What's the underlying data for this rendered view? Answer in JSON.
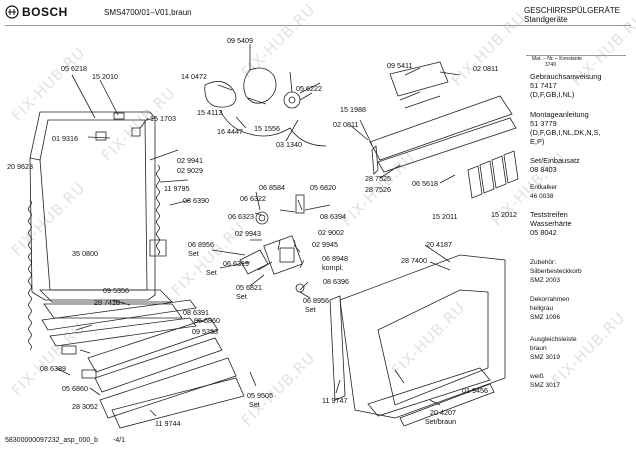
{
  "header": {
    "brand": "BOSCH",
    "model": "SMS4700/01–V01,braun",
    "category": "GESCHIRRSPÜLGERÄTE",
    "subcategory": "Standgeräte"
  },
  "footer": {
    "doc_id": "58300000097232_asp_000_b",
    "page": "-4/1"
  },
  "watermark": {
    "text": "FIX-HUB.RU"
  },
  "right_panel": {
    "legend": "Mat. – Nr. – Konstante",
    "legend_code": "3740",
    "entries": [
      {
        "title": "Gebrauchsanweisung",
        "detail": "51 7417",
        "extra": "(D,F,GB,I,NL)"
      },
      {
        "title": "Montageanleitung",
        "detail": "51 3779",
        "extra": "(D,F,GB,I,NL,DK,N,S,",
        "extra2": "E,P)"
      },
      {
        "title": "Set/Einbausatz",
        "detail": "08 8403"
      },
      {
        "title": "Entkalker",
        "detail": "46 0038"
      },
      {
        "title": "Teststreifen",
        "title2": "Wasserhärte",
        "detail": "05 8042"
      },
      {
        "title": "Zubehör:",
        "title2": "Silberbesteckkorb",
        "detail": "SMZ 2003"
      },
      {
        "title": "Dekorrahmen",
        "title2": "hellgrau",
        "detail": "SMZ 1006"
      },
      {
        "title": "Ausgleichsleiste",
        "title2": "braun",
        "detail": "SMZ 3019"
      },
      {
        "title": "weiß",
        "detail": "SMZ 3017"
      }
    ]
  },
  "parts": {
    "p095409": "09 5409",
    "p140472": "14 0472",
    "p056218": "05 6218",
    "p152010": "15 2010",
    "p151703": "15 1703",
    "p019316": "01 9316",
    "p209623": "20 9623",
    "p154113": "15 4113",
    "p164447": "16 4447",
    "p056222": "05 6222",
    "p151556": "15 1556",
    "p031340": "03 1340",
    "p151988": "15 1988",
    "p020811a": "02 0811",
    "p095411": "09 5411",
    "p020811b": "02 0811",
    "p029941": "02 9941",
    "p029029": "02 9029",
    "p119795": "11 9795",
    "p083390": "08 6390",
    "p068584": "06 8584",
    "p066322": "06 6322",
    "p066323": "06 6323",
    "p056820": "05 6820",
    "p086394": "08 6394",
    "p287525": "28 7525",
    "p287526": "28 7526",
    "p065618": "06 5618",
    "p152011": "15 2011",
    "p152012": "15 2012",
    "p029943": "02 9943",
    "p029002": "02 9002",
    "p029945": "02 9945",
    "p350800": "35 0800",
    "p068956a": "06 8956",
    "p068956a_set": "Set",
    "p066319": "06 6319",
    "p066319_set": "Set",
    "p068948": "06 8948",
    "p068948_kompl": "kompl.",
    "p086396": "08 6396",
    "p204187": "20 4187",
    "p287400": "28 7400",
    "p056821": "05 6821",
    "p056821_set": "Set",
    "p068956b": "06 8956",
    "p068956b_set": "Set",
    "p095356": "09 5356",
    "p287418": "28 7418",
    "p083391": "08 6391",
    "p056860a": "05 6860",
    "p095333": "09 5333",
    "p086389": "08 6389",
    "p056860b": "05 6860",
    "p283052": "28 3052",
    "p059505": "05 9505",
    "p059505_set": "Set",
    "p119744": "11 9744",
    "p119747": "11 9747",
    "p019456": "01 9456",
    "p204207": "20 4207",
    "p204207_set": "Set/braun"
  }
}
